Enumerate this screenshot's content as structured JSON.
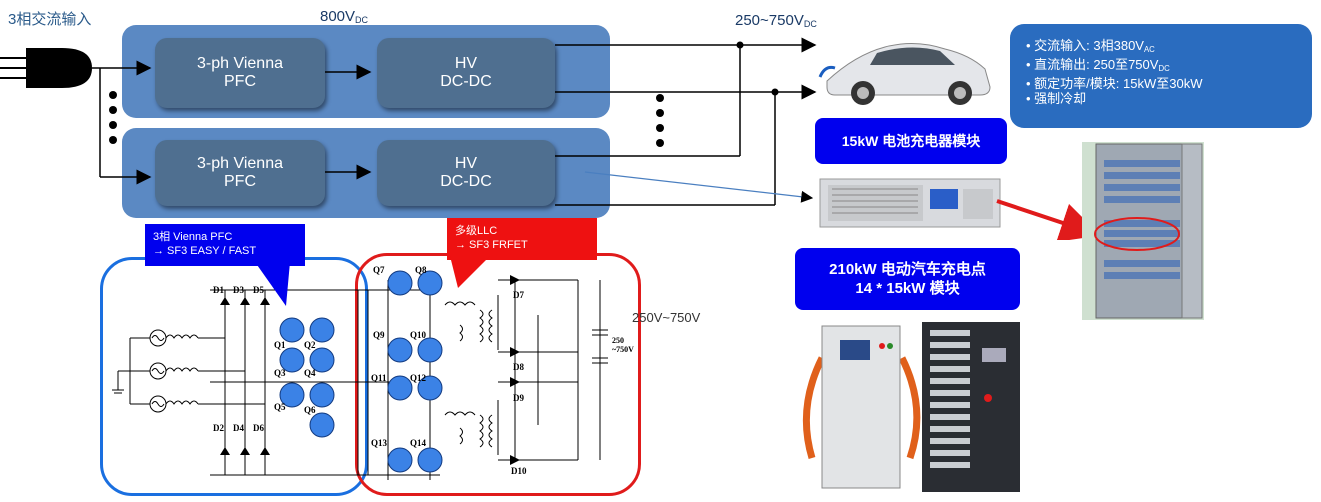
{
  "input_label": "3相交流输入",
  "bus_voltage": "800V",
  "bus_voltage_sub": "DC",
  "output_voltage": "250~750V",
  "output_voltage_sub": "DC",
  "pfc_label_1": "3-ph Vienna",
  "pfc_label_2": "PFC",
  "dcdc_label_1": "HV",
  "dcdc_label_2": "DC-DC",
  "specs": {
    "line1_a": "• 交流输入: 3相380V",
    "line1_sub": "AC",
    "line2_a": "• 直流输出: 250至750V",
    "line2_sub": "DC",
    "line3": "• 额定功率/模块: 15kW至30kW",
    "line4": "• 强制冷却"
  },
  "module_label": "15kW 电池充电器模块",
  "charger_label_1": "210kW 电动汽车充电点",
  "charger_label_2": "14 * 15kW 模块",
  "callout_pfc_1": "3相 Vienna PFC",
  "callout_pfc_2": "→ SF3 EASY / FAST",
  "callout_llc_1": "多级LLC",
  "callout_llc_2": "→ SF3 FRFET",
  "schematic_voltage": "250V~750V",
  "cap_label_1": "250",
  "cap_label_2": "~750V",
  "diodes_pfc": [
    "D1",
    "D3",
    "D5",
    "D2",
    "D4",
    "D6"
  ],
  "switches_pfc": [
    "Q1",
    "Q2",
    "Q3",
    "Q4",
    "Q5",
    "Q6"
  ],
  "switches_llc": [
    "Q7",
    "Q8",
    "Q9",
    "Q10",
    "Q11",
    "Q12",
    "Q13",
    "Q14"
  ],
  "diodes_llc": [
    "D7",
    "D8",
    "D9",
    "D10"
  ],
  "colors": {
    "panel": "#5b89c3",
    "block": "#4f6f90",
    "spec_box": "#2a6cbf",
    "label_box": "#0000ee",
    "callout_red": "#ee1111",
    "pfc_frame": "#1a6fe0",
    "llc_frame": "#e01b1b",
    "switch_fill": "#3b82e6"
  }
}
